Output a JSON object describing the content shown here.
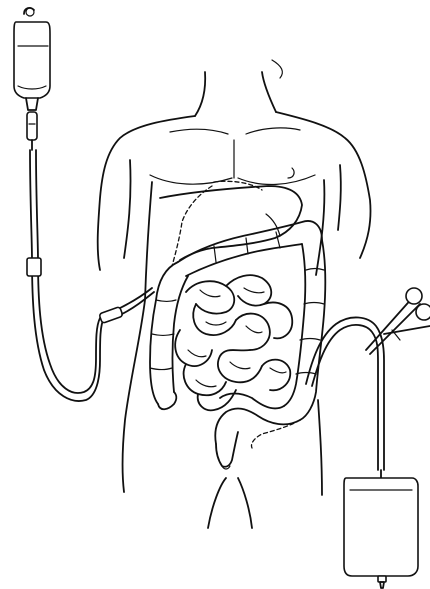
{
  "illustration": {
    "style": "black ink line drawing on white",
    "ink_color": "#111111",
    "background_color": "#ffffff",
    "elements": [
      "torso-outline",
      "liver",
      "stomach-outline",
      "colon",
      "small-intestine",
      "rectum",
      "iv-bag",
      "inflow-tube",
      "outflow-tube",
      "tube-clamp",
      "drainage-bag"
    ]
  }
}
